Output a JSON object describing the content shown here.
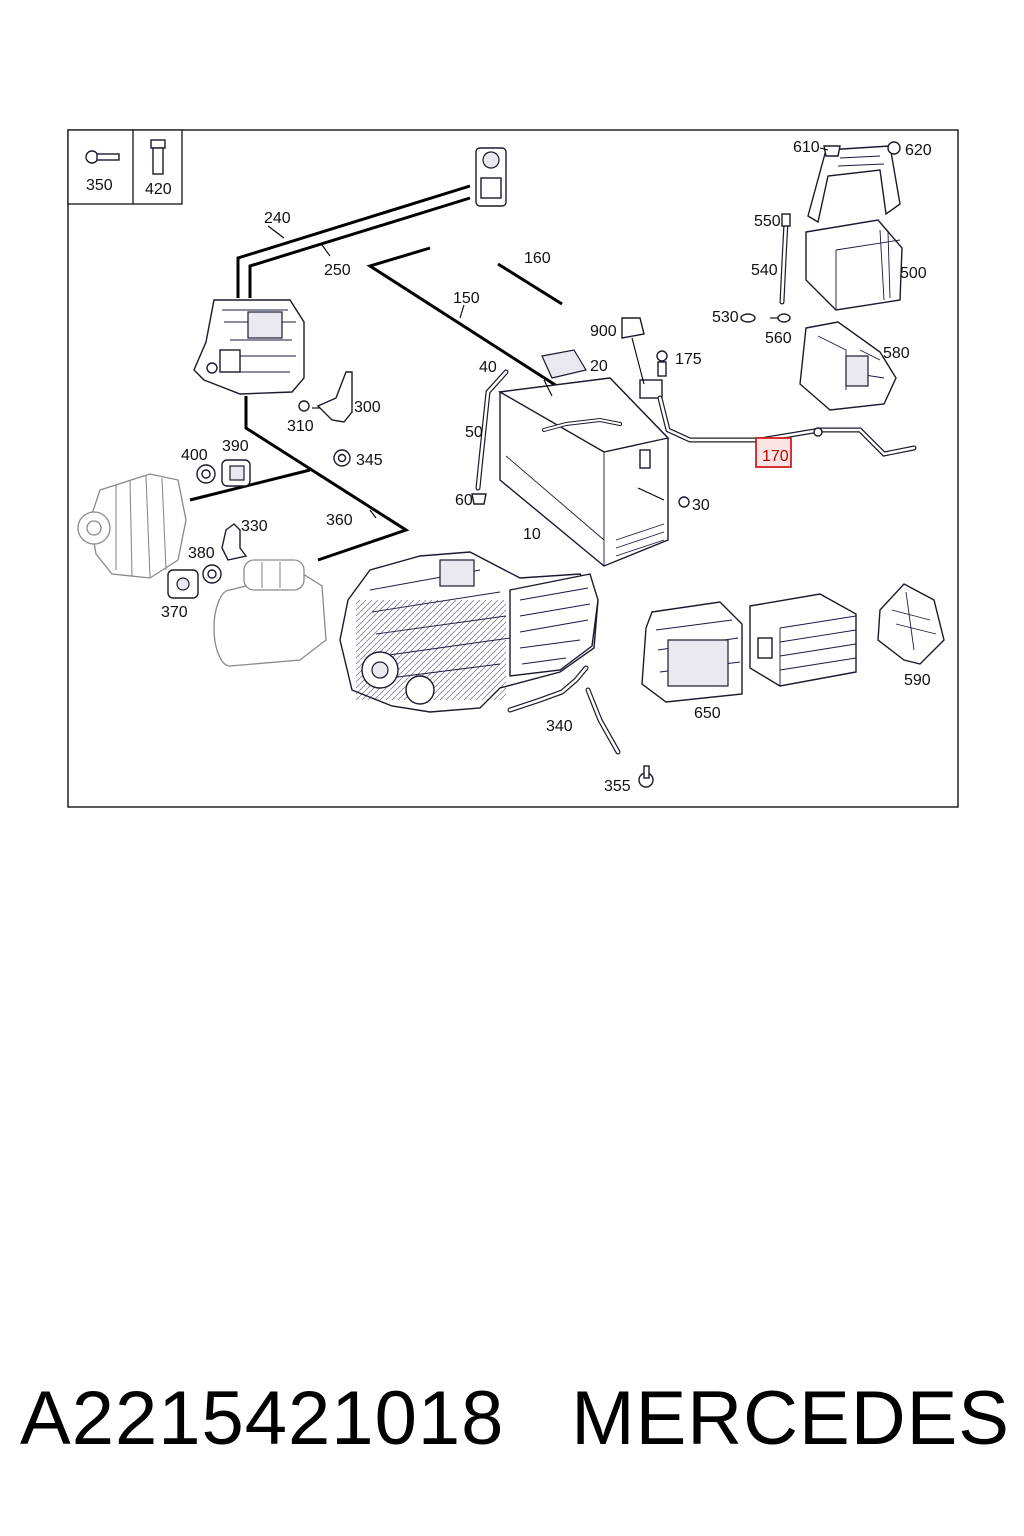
{
  "diagram": {
    "highlighted_callout": "170",
    "inset_callouts": [
      "350",
      "420"
    ],
    "callouts": {
      "c240": "240",
      "c250": "250",
      "c150": "150",
      "c160": "160",
      "c610": "610",
      "c620": "620",
      "c550": "550",
      "c540": "540",
      "c500": "500",
      "c530": "530",
      "c560": "560",
      "c580": "580",
      "c900": "900",
      "c175": "175",
      "c20": "20",
      "c40": "40",
      "c50": "50",
      "c60": "60",
      "c10": "10",
      "c30": "30",
      "c310": "310",
      "c300": "300",
      "c345": "345",
      "c400": "400",
      "c390": "390",
      "c360": "360",
      "c330": "330",
      "c380": "380",
      "c370": "370",
      "c340": "340",
      "c355": "355",
      "c650": "650",
      "c590": "590"
    }
  },
  "caption": {
    "part_number": "A2215421018",
    "brand": "MERCEDES"
  }
}
